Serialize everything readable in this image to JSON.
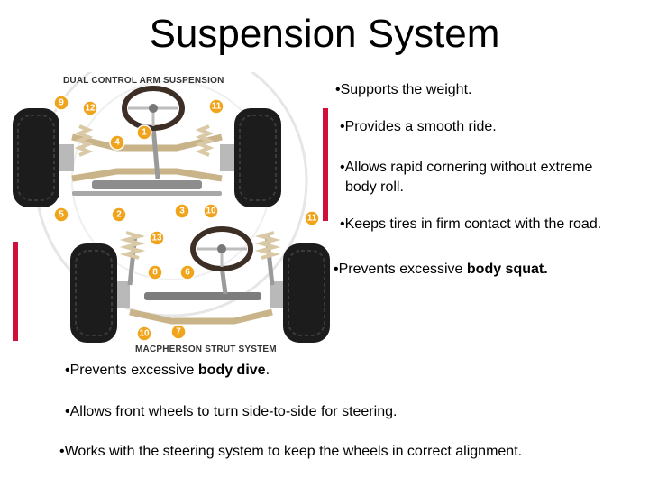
{
  "slide": {
    "title": "Suspension System",
    "bullets": [
      {
        "text": "•Supports the weight."
      },
      {
        "text": "•Provides a smooth ride."
      },
      {
        "text": "•Allows rapid cornering without extreme",
        "text2": "body roll."
      },
      {
        "text": "•Keeps tires in firm contact with the road."
      },
      {
        "text": "•Prevents excessive ",
        "bold": "body squat."
      },
      {
        "text": "•Prevents excessive ",
        "bold": "body dive",
        "after": "."
      },
      {
        "text": "•Allows front wheels to turn side-to-side for steering."
      },
      {
        "text": "•Works with the steering system to keep the wheels in correct alignment."
      }
    ]
  },
  "illustration": {
    "top_label": "DUAL CONTROL ARM SUSPENSION",
    "bottom_label": "MACPHERSON STRUT SYSTEM",
    "callouts_top": [
      "9",
      "12",
      "4",
      "1",
      "11",
      "5",
      "2",
      "3",
      "10"
    ],
    "callouts_bottom": [
      "11",
      "13",
      "8",
      "6",
      "10",
      "7"
    ],
    "accent_color": "#d0103a",
    "callout_color": "#f0a41c"
  }
}
